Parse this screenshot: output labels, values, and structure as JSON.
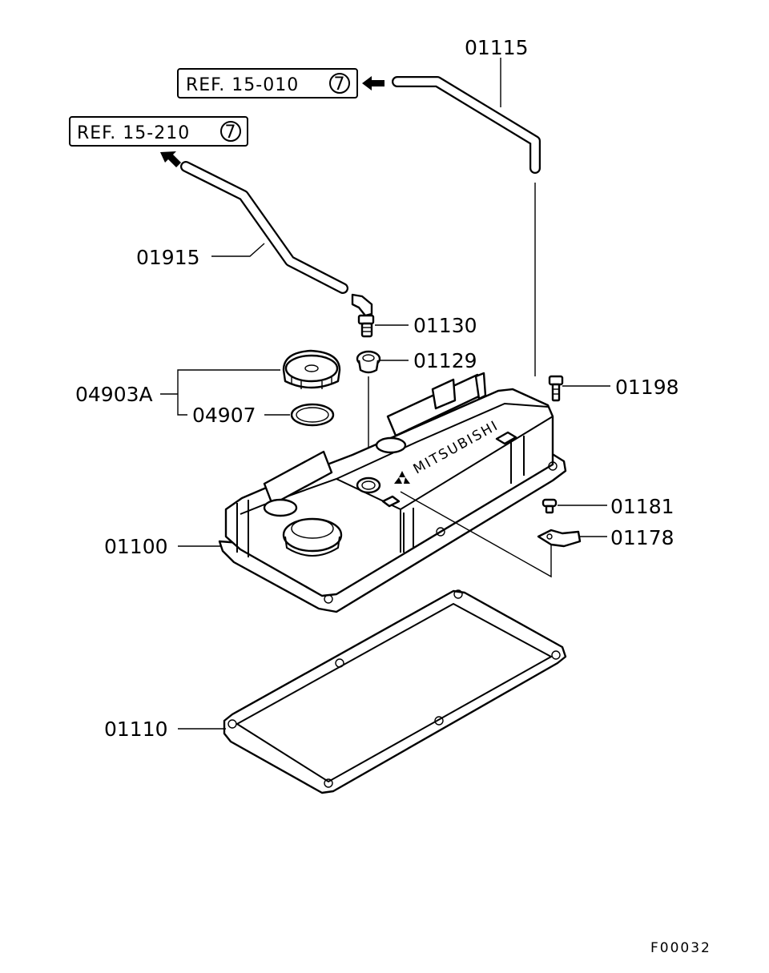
{
  "labels": {
    "p01115": "01115",
    "p01915": "01915",
    "p01130": "01130",
    "p01129": "01129",
    "p04903A": "04903A",
    "p04907": "04907",
    "p01198": "01198",
    "p01181": "01181",
    "p01178": "01178",
    "p01100": "01100",
    "p01110": "01110"
  },
  "refs": {
    "ref1_text": "REF. 15-010",
    "ref1_num": "7",
    "ref2_text": "REF. 15-210",
    "ref2_num": "7"
  },
  "cover_logo": "MITSUBISHI",
  "figure_code": "F00032"
}
